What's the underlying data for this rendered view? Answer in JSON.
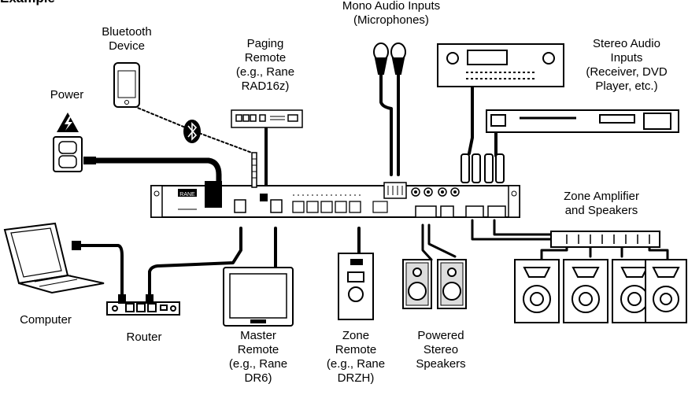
{
  "heading": "Example",
  "labels": {
    "mono_inputs": [
      "Mono Audio Inputs",
      "(Microphones)"
    ],
    "bluetooth": [
      "Bluetooth",
      "Device"
    ],
    "paging": [
      "Paging",
      "Remote",
      "(e.g., Rane",
      "RAD16z)"
    ],
    "stereo_inputs": [
      "Stereo Audio",
      "Inputs",
      "(Receiver, DVD",
      "Player, etc.)"
    ],
    "power": [
      "Power"
    ],
    "zone_amp": [
      "Zone Amplifier",
      "and Speakers"
    ],
    "computer": [
      "Computer"
    ],
    "router": [
      "Router"
    ],
    "master_remote": [
      "Master",
      "Remote",
      "(e.g., Rane",
      "DR6)"
    ],
    "zone_remote": [
      "Zone",
      "Remote",
      "(e.g., Rane",
      "DRZH)"
    ],
    "powered_speakers": [
      "Powered",
      "Stereo",
      "Speakers"
    ]
  },
  "icons": {
    "bluetooth_symbol": "bluetooth-icon",
    "power_warning": "high-voltage-warning-icon"
  }
}
